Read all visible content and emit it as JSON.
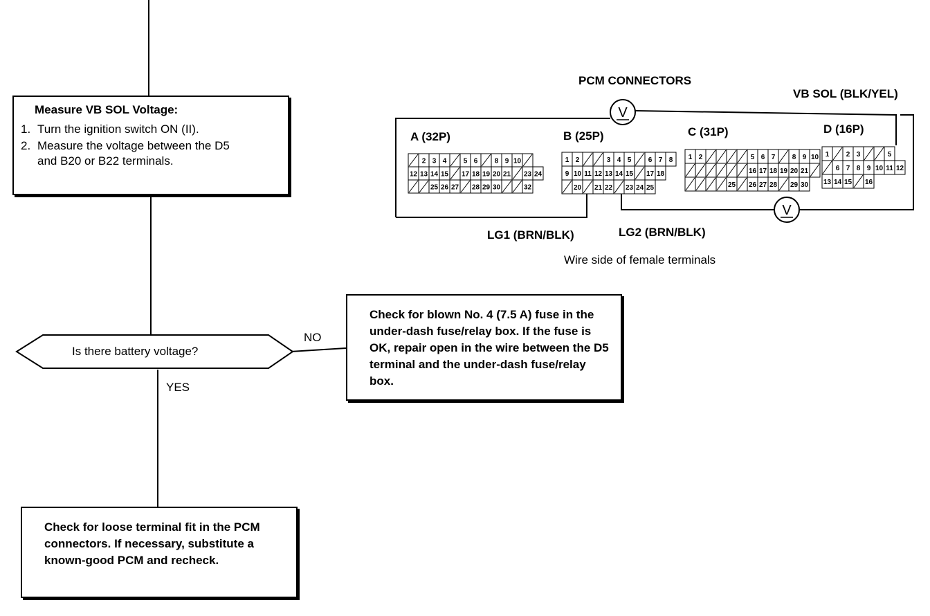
{
  "measure_box": {
    "title": "Measure VB SOL Voltage:",
    "steps": [
      {
        "num": "1.",
        "text": "Turn the ignition switch ON (II)."
      },
      {
        "num": "2.",
        "text": "Measure the voltage between the D5 and B20 or B22 terminals."
      }
    ]
  },
  "decision": {
    "question": "Is there battery voltage?",
    "no_label": "NO",
    "yes_label": "YES"
  },
  "no_box": {
    "text": "Check for blown No. 4 (7.5 A) fuse in the under-dash fuse/relay box. If the fuse is OK, repair open in the wire between the D5 terminal and the under-dash fuse/relay box."
  },
  "yes_box": {
    "text": "Check for loose terminal fit in the PCM connectors. If necessary, substitute a known-good PCM and recheck."
  },
  "diagram": {
    "title": "PCM CONNECTORS",
    "vb_sol_label": "VB SOL (BLK/YEL)",
    "lg1_label": "LG1 (BRN/BLK)",
    "lg2_label": "LG2 (BRN/BLK)",
    "caption": "Wire side of female terminals",
    "meter_symbol": "V",
    "connectors": [
      {
        "name": "A (32P)"
      },
      {
        "name": "B (25P)"
      },
      {
        "name": "C (31P)"
      },
      {
        "name": "D (16P)"
      }
    ],
    "pins": {
      "A": [
        "2",
        "3",
        "4",
        "5",
        "6",
        "8",
        "9",
        "10",
        "12",
        "13",
        "14",
        "15",
        "17",
        "18",
        "19",
        "20",
        "21",
        "23",
        "24",
        "25",
        "26",
        "27",
        "28",
        "29",
        "30",
        "32"
      ],
      "B": [
        "1",
        "2",
        "3",
        "4",
        "5",
        "6",
        "7",
        "8",
        "9",
        "10",
        "11",
        "12",
        "13",
        "14",
        "15",
        "17",
        "18",
        "20",
        "21",
        "22",
        "23",
        "24",
        "25"
      ],
      "C": [
        "1",
        "2",
        "5",
        "6",
        "7",
        "8",
        "9",
        "10",
        "16",
        "17",
        "18",
        "19",
        "20",
        "21",
        "25",
        "26",
        "27",
        "28",
        "29",
        "30"
      ],
      "D": [
        "1",
        "2",
        "3",
        "5",
        "6",
        "7",
        "8",
        "9",
        "10",
        "11",
        "12",
        "13",
        "14",
        "15",
        "16"
      ]
    }
  }
}
